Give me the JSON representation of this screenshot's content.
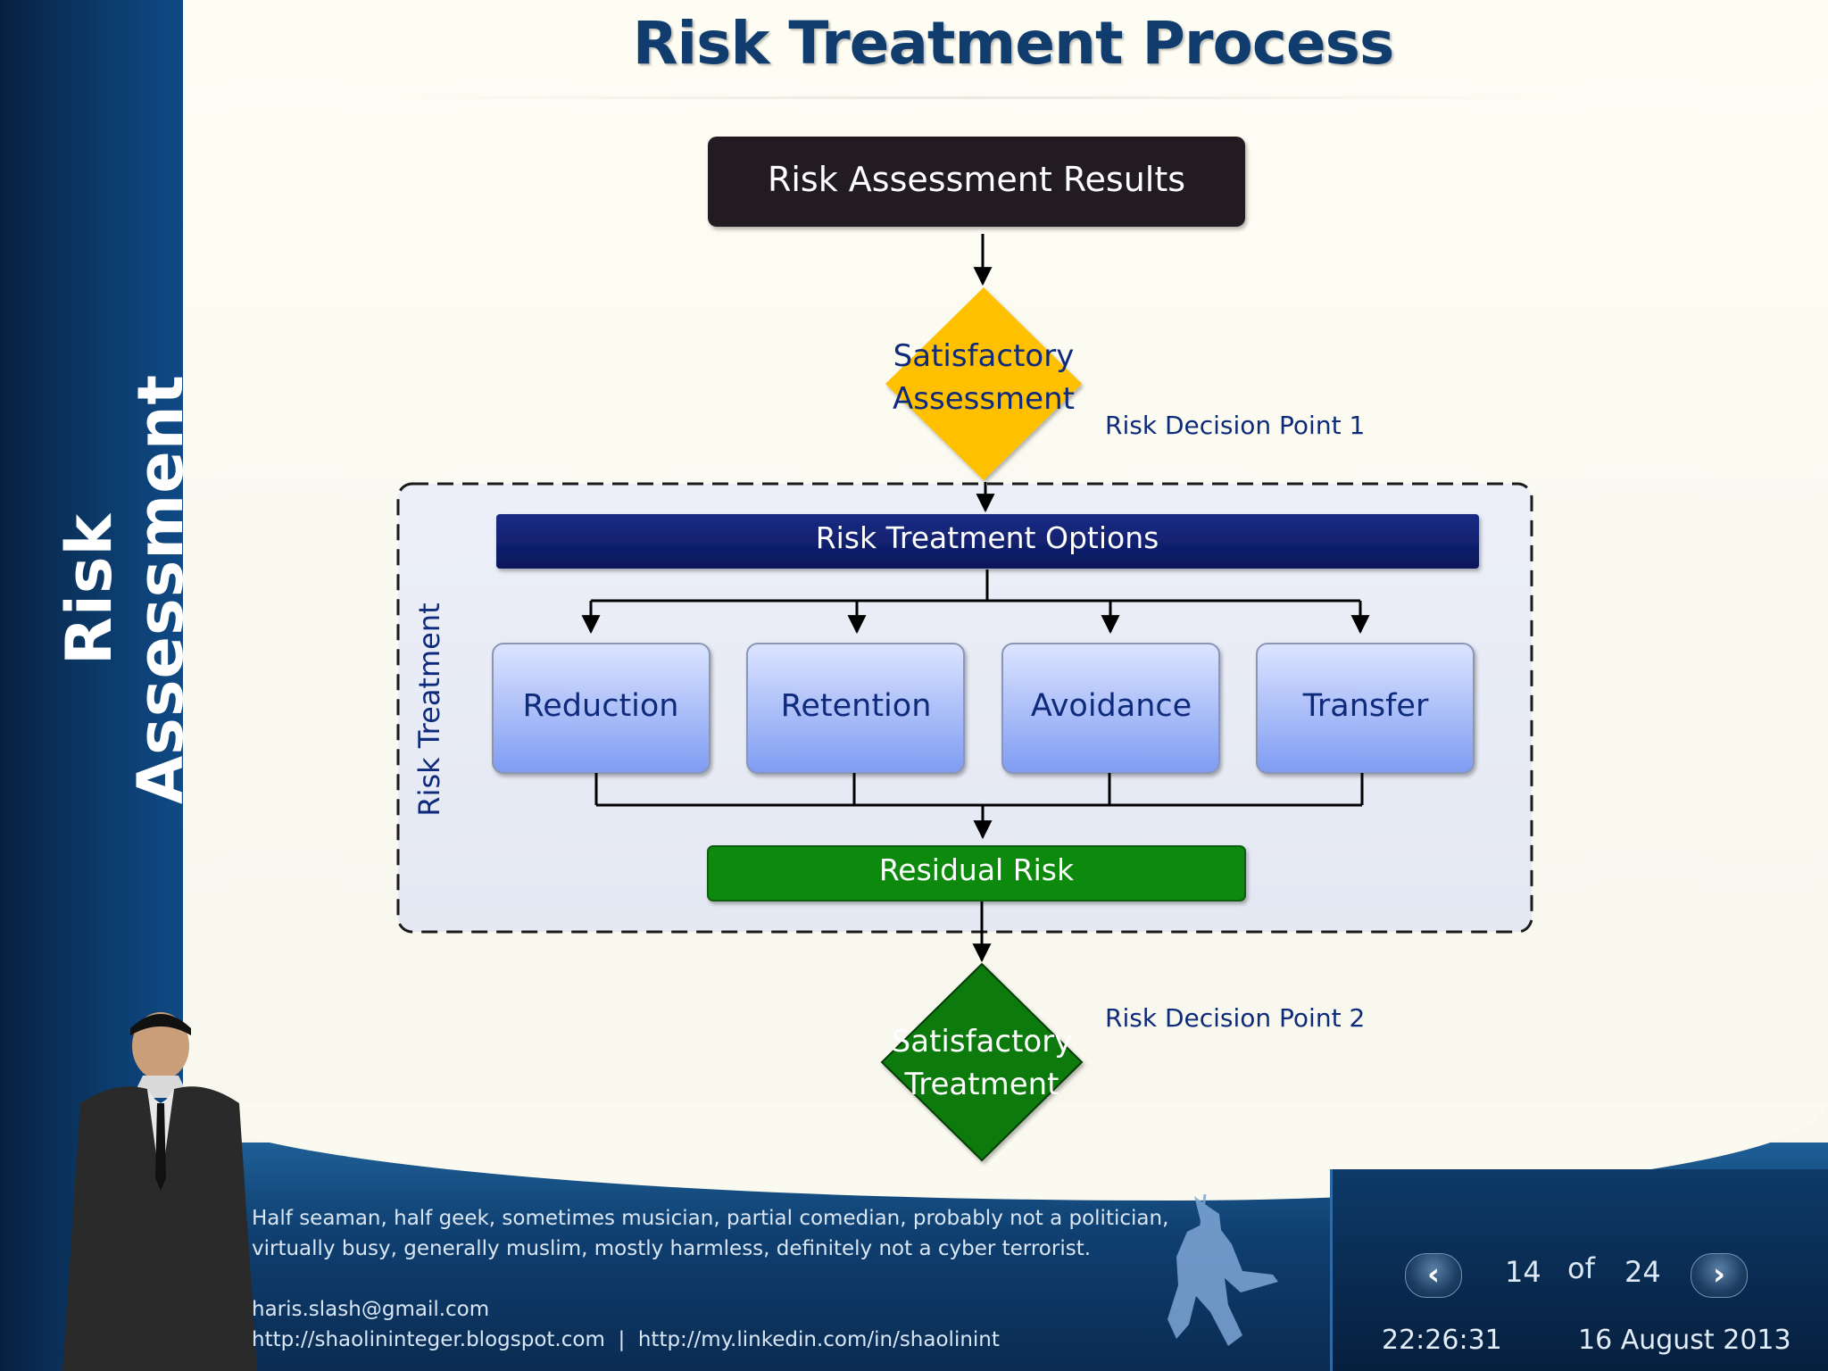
{
  "sidebar": {
    "title": "Risk Assessment"
  },
  "page": {
    "title": "Risk Treatment Process"
  },
  "diagram": {
    "start": "Risk Assessment Results",
    "decision_1": {
      "line1": "Satisfactory",
      "line2": "Assessment",
      "label": "Risk Decision Point 1"
    },
    "group_label": "Risk Treatment",
    "options_header": "Risk Treatment Options",
    "options": [
      "Reduction",
      "Retention",
      "Avoidance",
      "Transfer"
    ],
    "residual": "Residual Risk",
    "decision_2": {
      "line1": "Satisfactory",
      "line2": "Treatment",
      "label": "Risk Decision Point 2"
    },
    "colors": {
      "start_fill": "#231f20",
      "decision_1_fill": "#ffc000",
      "options_header_fill": "#0f1f70",
      "option_fill_top": "#dce4ff",
      "option_fill_bottom": "#7f9cf2",
      "residual_fill": "#108a10",
      "decision_2_fill": "#0a7a0a",
      "label_text": "#0e2a7a"
    }
  },
  "footer": {
    "tagline_1": "Half seaman, half geek, sometimes musician, partial comedian, probably not a politician,",
    "tagline_2": "virtually busy, generally muslim, mostly harmless, definitely not a cyber terrorist.",
    "email": "haris.slash@gmail.com",
    "links": "http://shaolininteger.blogspot.com  |  http://my.linkedin.com/in/shaolinint"
  },
  "nav": {
    "prev_icon": "chevron-left-icon",
    "next_icon": "chevron-right-icon",
    "current": "14",
    "of": "of",
    "total": "24",
    "time": "22:26:31",
    "date": "16 August 2013"
  }
}
